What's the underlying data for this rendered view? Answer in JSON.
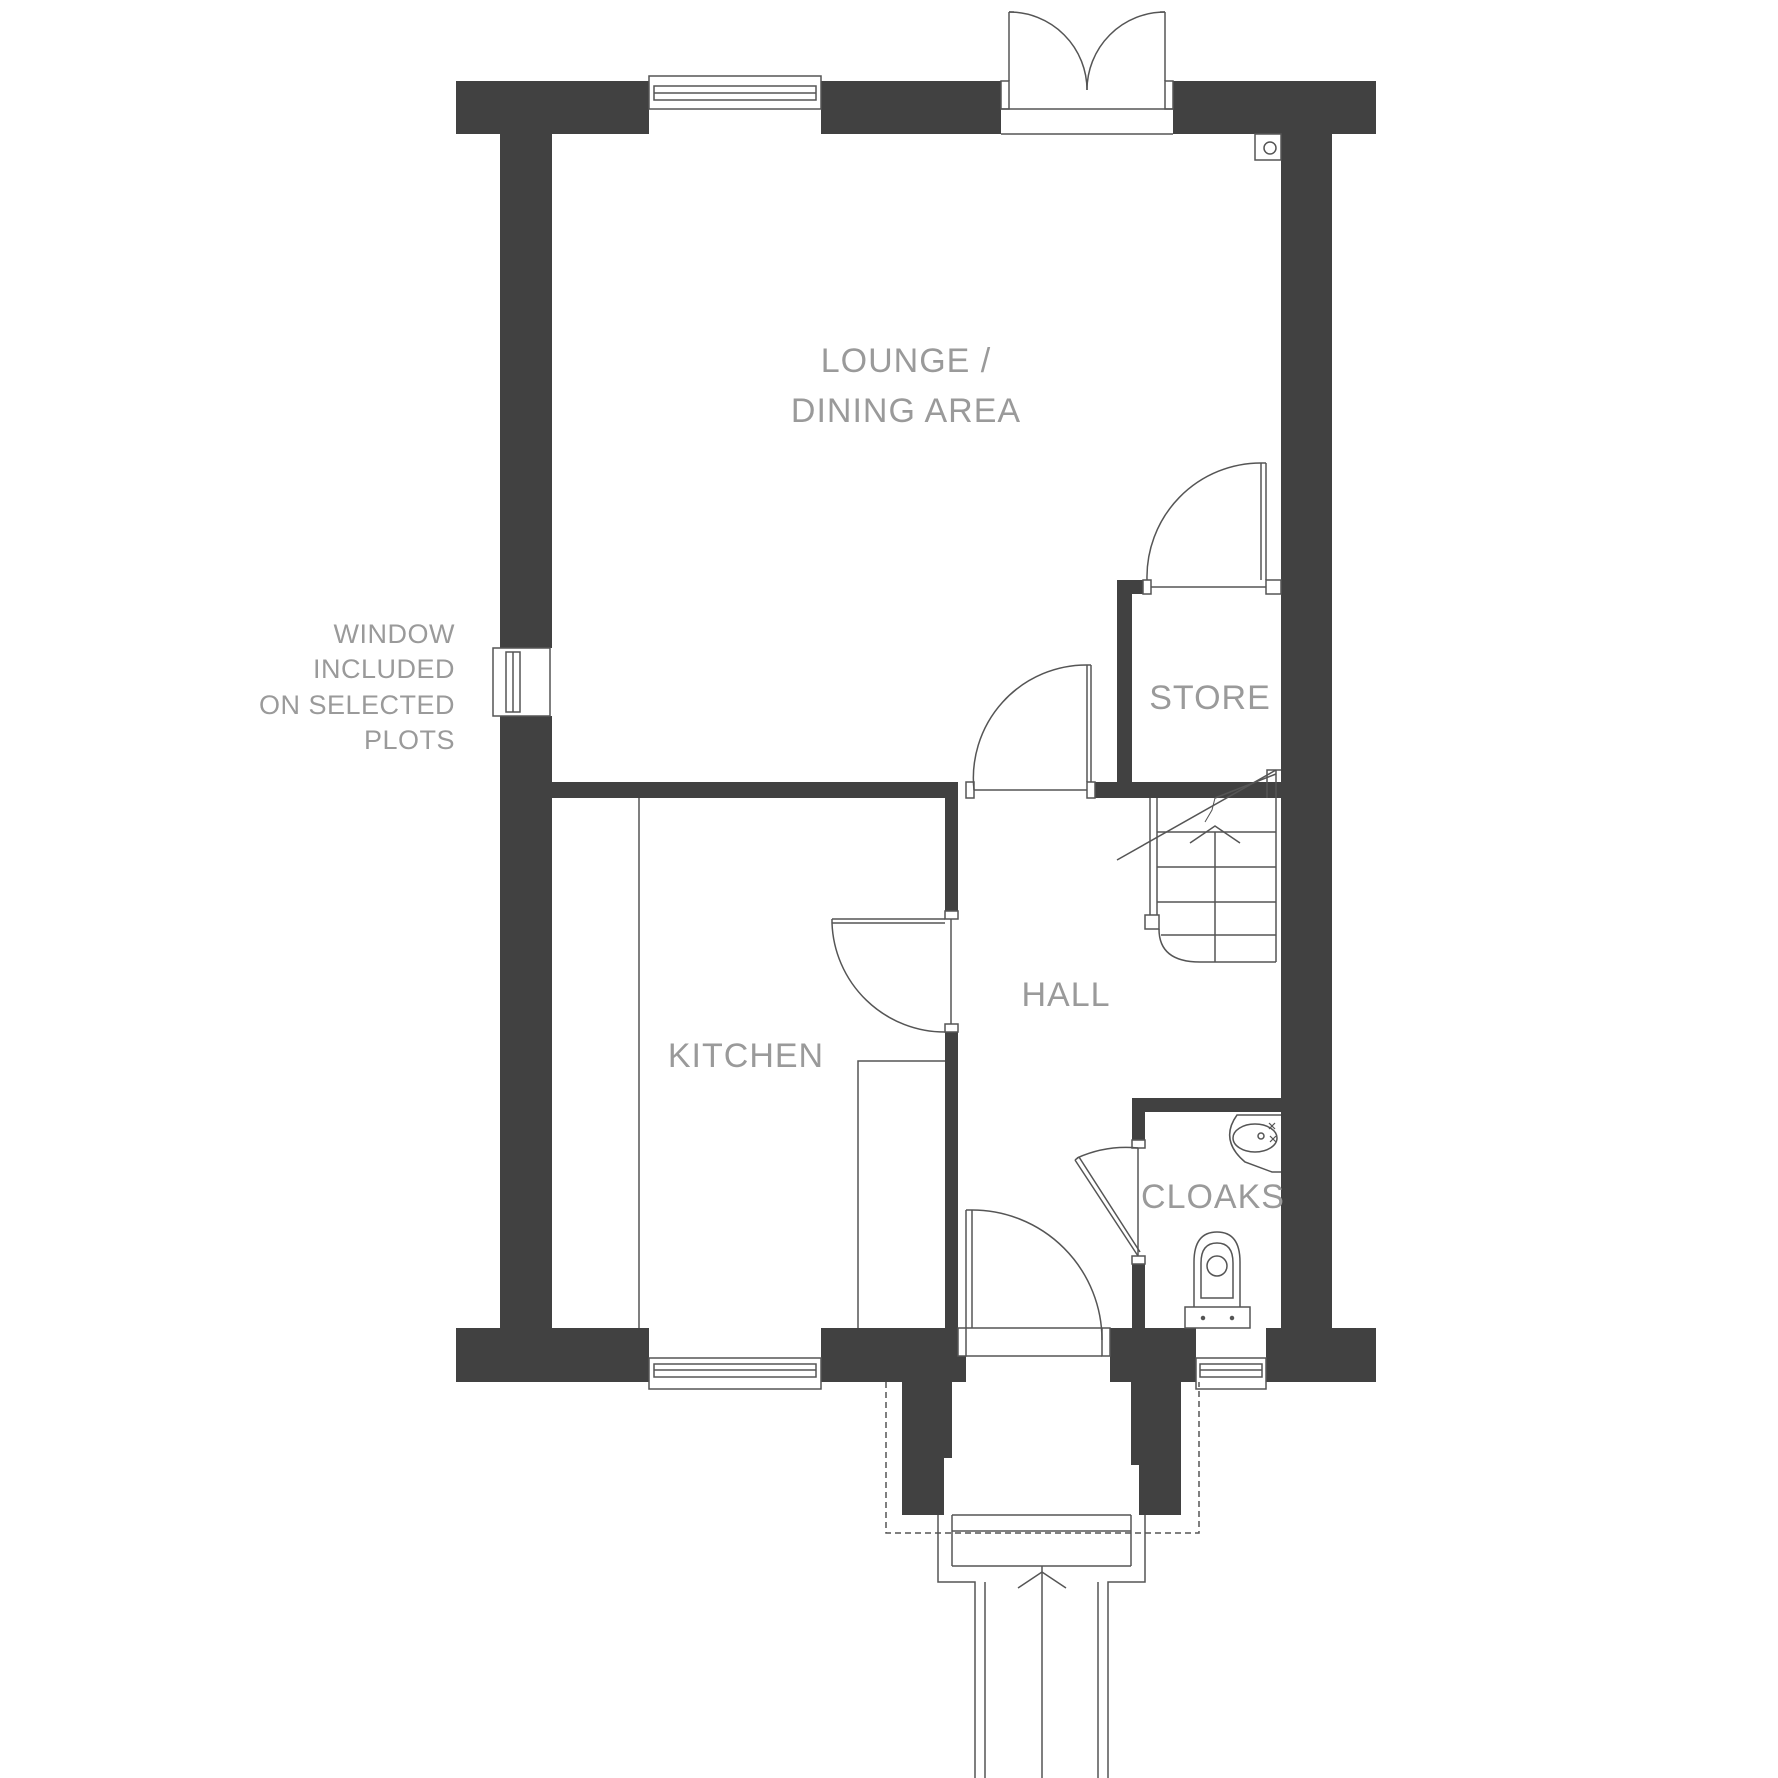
{
  "colors": {
    "wall": "#414141",
    "line": "#555555",
    "label": "#9a9a9a",
    "background": "#ffffff"
  },
  "rooms": {
    "lounge_line1": "LOUNGE /",
    "lounge_line2": "DINING AREA",
    "store": "STORE",
    "hall": "HALL",
    "kitchen": "KITCHEN",
    "cloaks": "CLOAKS"
  },
  "note": {
    "line1": "WINDOW",
    "line2": "INCLUDED",
    "line3": "ON SELECTED",
    "line4": "PLOTS"
  }
}
